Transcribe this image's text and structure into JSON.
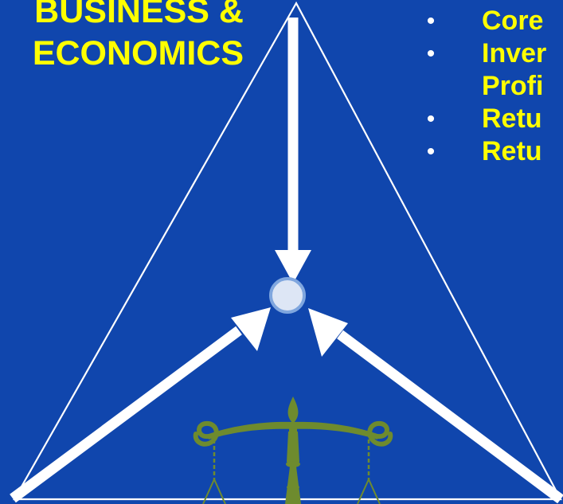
{
  "slide": {
    "heading_lines": [
      "BUSINESS &",
      "ECONOMICS"
    ],
    "bullets": [
      {
        "marker": "•",
        "text": "Core"
      },
      {
        "marker": "•",
        "text": "Inver"
      },
      {
        "marker": "",
        "text": "Profi"
      },
      {
        "marker": "•",
        "text": "Retu"
      },
      {
        "marker": "•",
        "text": "Retu"
      }
    ],
    "colors": {
      "background": "#1046ad",
      "heading": "#ffff00",
      "bullet_text": "#ffff00",
      "bullet_marker": "#ffffff",
      "lines_and_arrows": "#ffffff",
      "center_node_fill": "#dde6f5",
      "center_node_ring": "#7fa6de",
      "scales_icon": "#6e8b2e"
    },
    "icons": {
      "center": "center-node-icon",
      "bottom": "balance-scales-icon"
    }
  }
}
